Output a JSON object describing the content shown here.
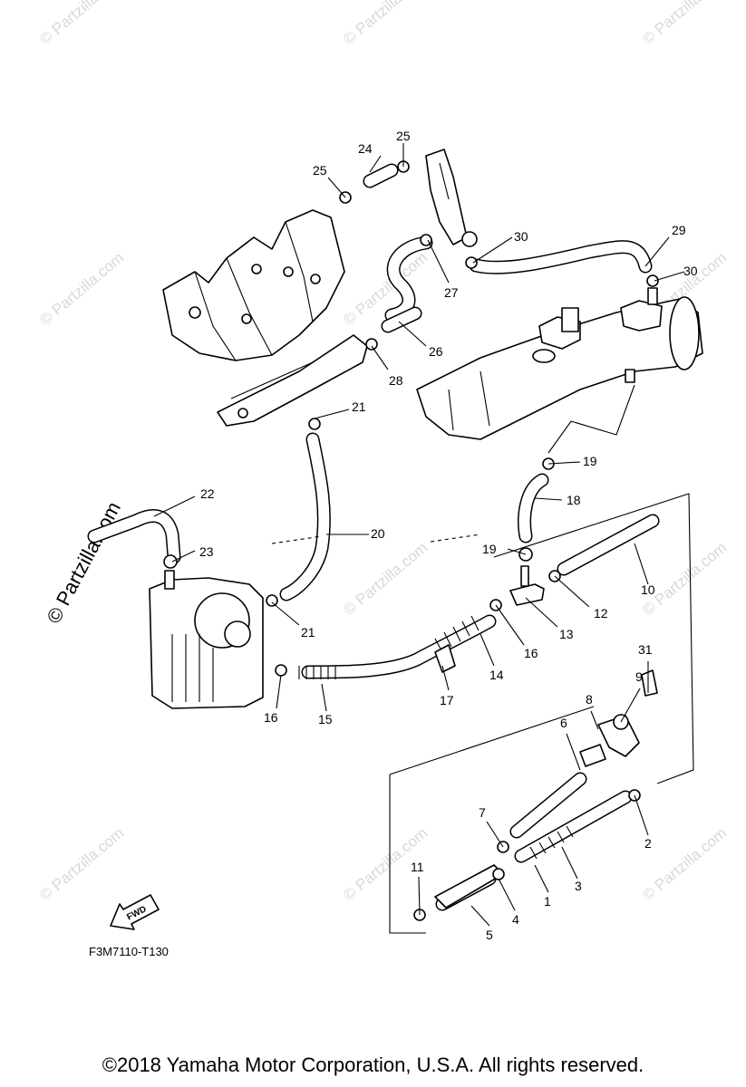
{
  "diagram": {
    "figure_code": "F3M7110-T130",
    "fwd_label": "FWD",
    "side_watermark": "© Partzilla.com",
    "watermark_text": "© Partzilla.com",
    "callouts": {
      "p1": "1",
      "p2": "2",
      "p3": "3",
      "p4": "4",
      "p5": "5",
      "p6": "6",
      "p7": "7",
      "p8": "8",
      "p9": "9",
      "p10": "10",
      "p11": "11",
      "p12": "12",
      "p13": "13",
      "p14": "14",
      "p15": "15",
      "p16a": "16",
      "p16b": "16",
      "p17": "17",
      "p18": "18",
      "p19a": "19",
      "p19b": "19",
      "p20": "20",
      "p21a": "21",
      "p21b": "21",
      "p22": "22",
      "p23": "23",
      "p24": "24",
      "p25a": "25",
      "p25b": "25",
      "p26": "26",
      "p27": "27",
      "p28": "28",
      "p29": "29",
      "p30a": "30",
      "p30b": "30",
      "p31": "31"
    }
  },
  "footer": {
    "copyright": "©2018  Yamaha Motor Corporation, U.S.A. All rights reserved."
  }
}
